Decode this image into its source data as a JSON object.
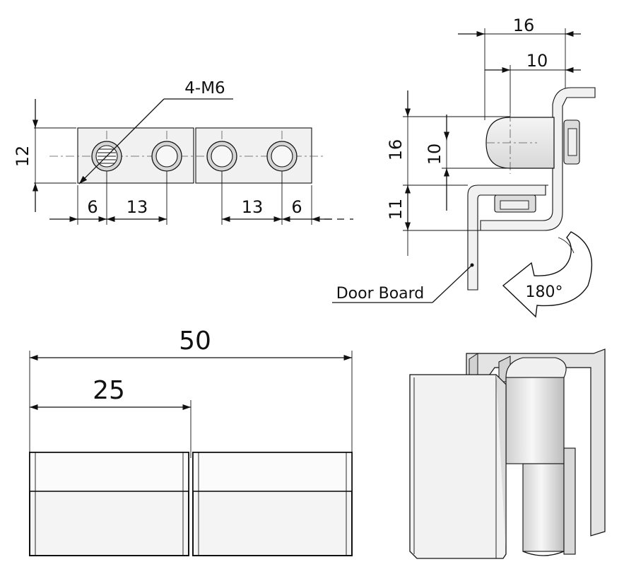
{
  "dimensions": {
    "top_left": {
      "height": "12",
      "bottom_left_6": "6",
      "bottom_left_13": "13",
      "bottom_right_13": "13",
      "bottom_right_6": "6",
      "thread_callout": "4-M6"
    },
    "side": {
      "top_16": "16",
      "top_10": "10",
      "left_16": "16",
      "left_10": "10",
      "left_11": "11",
      "door_label": "Door Board",
      "rotation": "180°"
    },
    "front": {
      "overall": "50",
      "half": "25"
    }
  },
  "colors": {
    "line": "#111111",
    "fill": "#e6e6e6",
    "fill_light": "#f1f1f1",
    "shade": "#d2d2d2"
  }
}
